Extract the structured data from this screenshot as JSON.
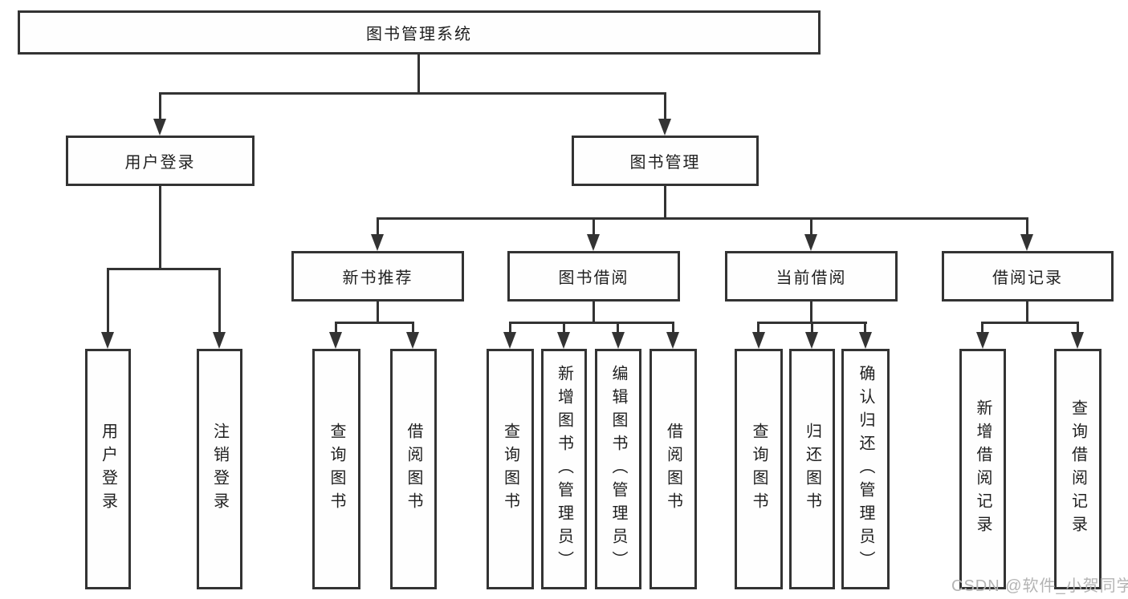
{
  "diagram": {
    "type": "hierarchy",
    "root": "图书管理系统",
    "branches": [
      {
        "label": "用户登录",
        "children": [
          "用户登录",
          "注销登录"
        ]
      },
      {
        "label": "图书管理",
        "children": [
          {
            "label": "新书推荐",
            "children": [
              "查询图书",
              "借阅图书"
            ]
          },
          {
            "label": "图书借阅",
            "children": [
              "查询图书",
              "新增图书（管理员）",
              "编辑图书（管理员）",
              "借阅图书"
            ]
          },
          {
            "label": "当前借阅",
            "children": [
              "查询图书",
              "归还图书",
              "确认归还（管理员）"
            ]
          },
          {
            "label": "借阅记录",
            "children": [
              "新增借阅记录",
              "查询借阅记录"
            ]
          }
        ]
      }
    ]
  },
  "watermark": "CSDN @软件_小贺同学",
  "colors": {
    "line": "#333333",
    "text": "#1f1f1f",
    "background": "#ffffff",
    "watermark": "#b4b4b4"
  }
}
